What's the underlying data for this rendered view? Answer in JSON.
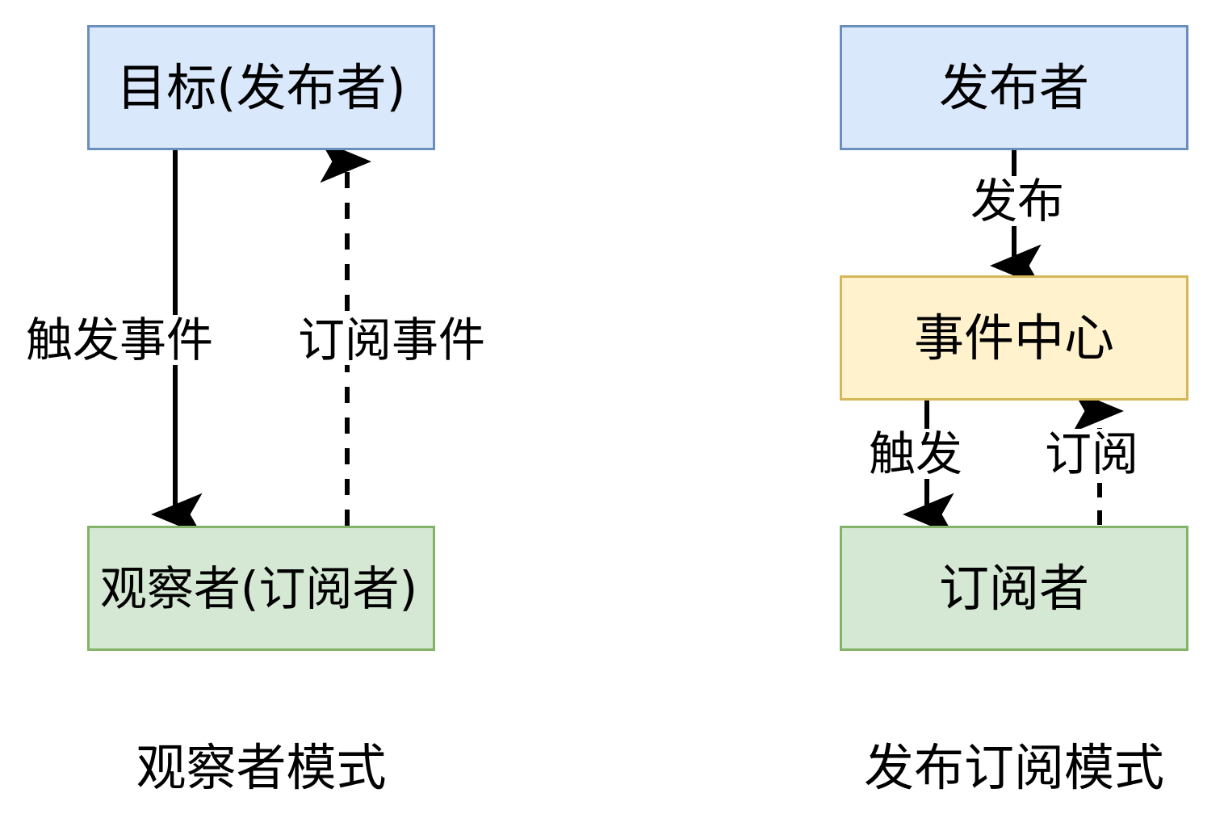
{
  "diagram": {
    "title_left": "观察者模式",
    "title_right": "发布订阅模式",
    "colors": {
      "blue_fill": "#dae8fc",
      "blue_stroke": "#6c8ebf",
      "green_fill": "#d5e8d4",
      "green_stroke": "#82b366",
      "amber_fill": "#fff2cc",
      "amber_stroke": "#d6b656",
      "edge_stroke": "#000000",
      "background": "#ffffff"
    }
  },
  "left_panel": {
    "caption": "观察者模式",
    "nodes": [
      {
        "id": "subject",
        "label": "目标(发布者)",
        "style": "blue"
      },
      {
        "id": "observer",
        "label": "观察者(订阅者)",
        "style": "green"
      }
    ],
    "edges": [
      {
        "id": "trigger",
        "label": "触发事件",
        "line": "solid",
        "direction": "down",
        "from": "subject",
        "to": "observer"
      },
      {
        "id": "subscribe",
        "label": "订阅事件",
        "line": "dashed",
        "direction": "up",
        "from": "observer",
        "to": "subject"
      }
    ]
  },
  "right_panel": {
    "caption": "发布订阅模式",
    "nodes": [
      {
        "id": "publisher",
        "label": "发布者",
        "style": "blue"
      },
      {
        "id": "event-center",
        "label": "事件中心",
        "style": "amber"
      },
      {
        "id": "subscriber",
        "label": "订阅者",
        "style": "green"
      }
    ],
    "edges": [
      {
        "id": "publish",
        "label": "发布",
        "line": "solid",
        "direction": "down",
        "from": "publisher",
        "to": "event-center"
      },
      {
        "id": "trigger",
        "label": "触发",
        "line": "solid",
        "direction": "down",
        "from": "event-center",
        "to": "subscriber"
      },
      {
        "id": "subscribe",
        "label": "订阅",
        "line": "dashed",
        "direction": "up",
        "from": "subscriber",
        "to": "event-center"
      }
    ]
  }
}
